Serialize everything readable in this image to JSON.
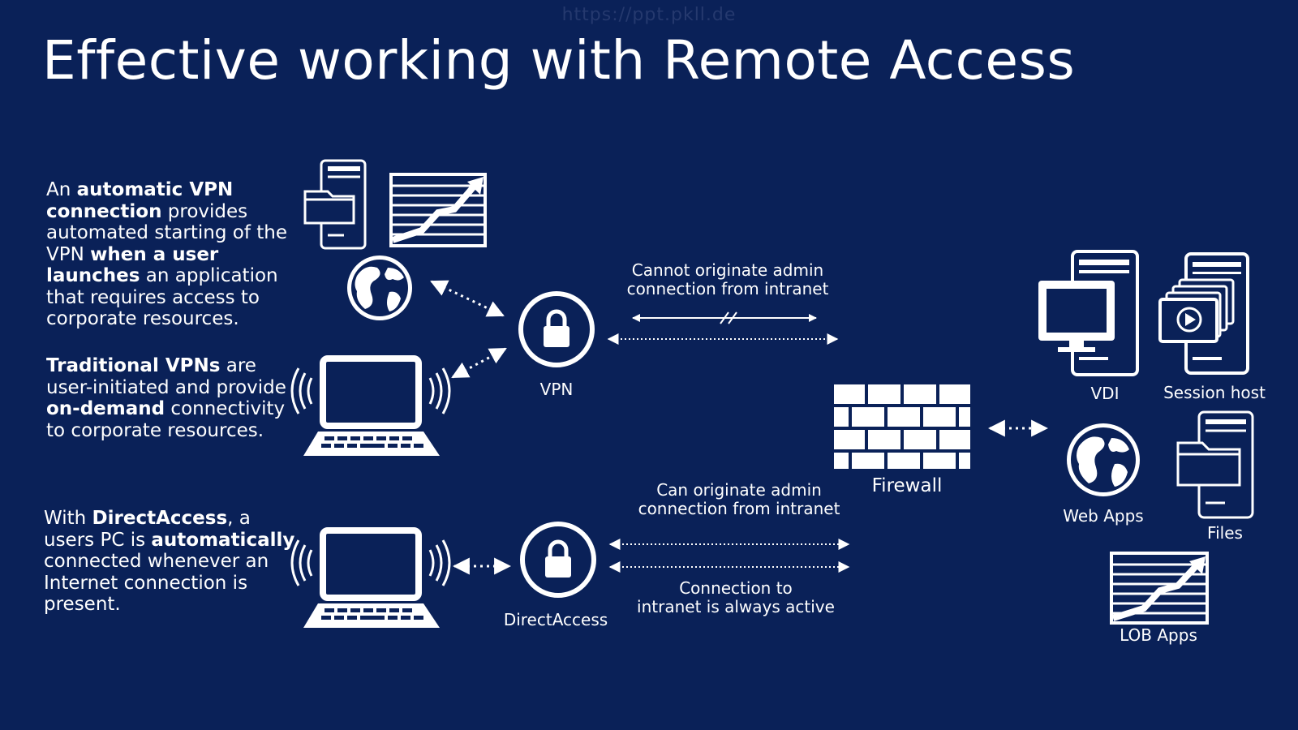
{
  "watermark": "https://ppt.pkll.de",
  "title": "Effective working with Remote Access",
  "paragraphs": {
    "auto_vpn": {
      "t1": "An ",
      "b1": "automatic VPN connection",
      "t2": " provides automated starting of the VPN ",
      "b2": "when a user launches",
      "t3": " an application that requires access to corporate resources."
    },
    "traditional_vpn": {
      "b1": "Traditional VPNs",
      "t1": " are user-initiated and provide ",
      "b2": "on-demand",
      "t2": " connectivity to corporate resources."
    },
    "directaccess": {
      "t1": "With ",
      "b1": "DirectAccess",
      "t2": ", a users PC is ",
      "b2": "automatically",
      "t3": " connected whenever an Internet connection is present."
    }
  },
  "nodes": {
    "vpn": "VPN",
    "directaccess": "DirectAccess",
    "firewall": "Firewall",
    "vdi": "VDI",
    "session_host": "Session host",
    "web_apps": "Web Apps",
    "files": "Files",
    "lob_apps": "LOB Apps"
  },
  "notes": {
    "vpn_line1": "Cannot originate admin",
    "vpn_line2": "connection from intranet",
    "da_top_line1": "Can originate admin",
    "da_top_line2": "connection from intranet",
    "da_bottom_line1": "Connection to",
    "da_bottom_line2": "intranet is always active"
  },
  "colors": {
    "background": "#0a2158",
    "foreground": "#ffffff",
    "watermark": "#25396e"
  }
}
